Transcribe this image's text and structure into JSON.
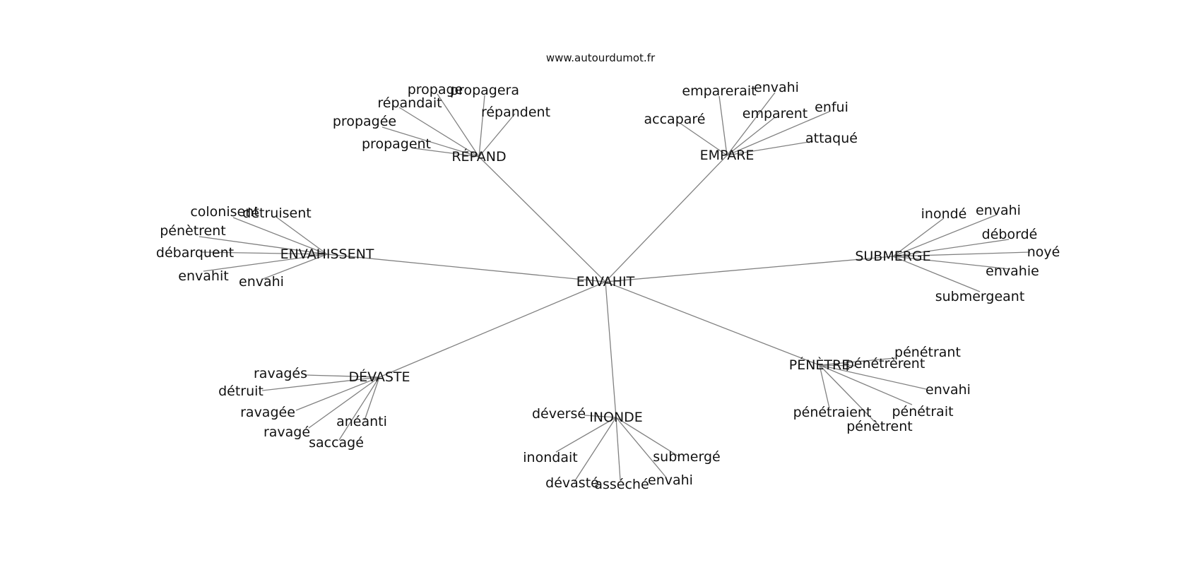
{
  "site": "www.autourdumot.fr",
  "center": "ENVAHIT",
  "clusters": [
    {
      "hub": "RÉPAND",
      "leaves": [
        "propage",
        "propagera",
        "répandait",
        "répandent",
        "propagée",
        "propagent"
      ]
    },
    {
      "hub": "EMPARE",
      "leaves": [
        "emparerait",
        "envahi",
        "emparent",
        "enfui",
        "accaparé",
        "attaqué"
      ]
    },
    {
      "hub": "ENVAHISSENT",
      "leaves": [
        "colonisent",
        "détruisent",
        "pénètrent",
        "débarquent",
        "envahit",
        "envahi"
      ]
    },
    {
      "hub": "SUBMERGE",
      "leaves": [
        "inondé",
        "envahi",
        "débordé",
        "noyé",
        "envahie",
        "submergeant"
      ]
    },
    {
      "hub": "DÉVASTE",
      "leaves": [
        "ravagés",
        "détruit",
        "ravagée",
        "anéanti",
        "ravagé",
        "saccagé"
      ]
    },
    {
      "hub": "INONDE",
      "leaves": [
        "déversé",
        "inondait",
        "submergé",
        "dévasté",
        "asséché",
        "envahi"
      ]
    },
    {
      "hub": "PÉNÈTRE",
      "leaves": [
        "pénétrant",
        "pénétrèrent",
        "envahi",
        "pénétraient",
        "pénétrait",
        "pénètrent"
      ]
    }
  ]
}
